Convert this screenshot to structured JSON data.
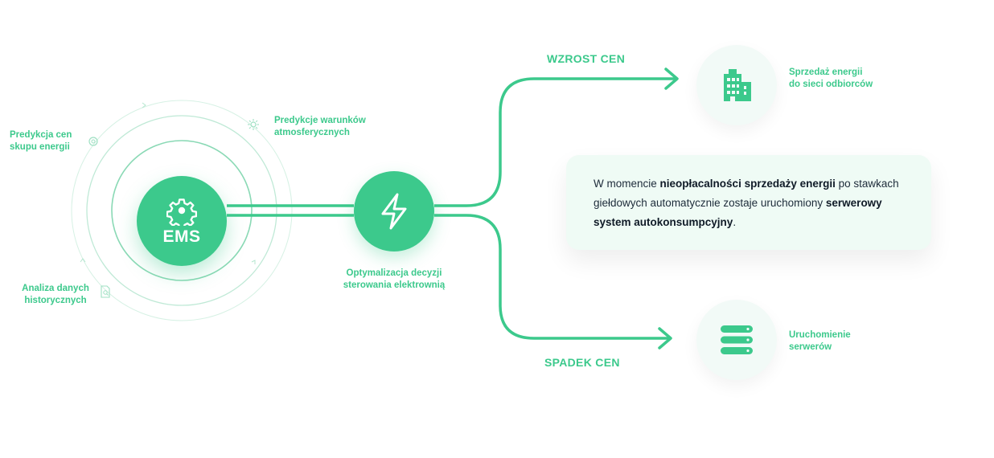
{
  "center": {
    "ems_label": "EMS"
  },
  "orbit_labels": {
    "price_prediction": [
      "Predykcja cen",
      "skupu energii"
    ],
    "weather_prediction": [
      "Predykcje warunków",
      "atmosferycznych"
    ],
    "history_analysis": [
      "Analiza danych",
      "historycznych"
    ]
  },
  "optimization": {
    "label": [
      "Optymalizacja decyzji",
      "sterowania elektrownią"
    ]
  },
  "branches": {
    "up": {
      "label": "WZROST CEN",
      "result": [
        "Sprzedaż energii",
        "do sieci odbiorców"
      ]
    },
    "down": {
      "label": "SPADEK CEN",
      "result": [
        "Uruchomienie",
        "serwerów"
      ]
    }
  },
  "info": {
    "part1": "W momencie ",
    "bold1": "nieopłacalności sprzedaży energii",
    "part2": " po stawkach giełdowych automatycznie zostaje uruchomiony ",
    "bold2": "serwerowy system autokonsumpcyjny",
    "part3": "."
  },
  "icons": {
    "ems": "gear-icon",
    "optimization": "lightning-bolt-icon",
    "up_result": "building-icon",
    "down_result": "server-icon",
    "price_prediction": "coin-icon",
    "weather_prediction": "sun-icon",
    "history_analysis": "document-search-icon"
  },
  "colors": {
    "accent": "#3cc98c",
    "text": "#1d2b3a",
    "box_bg": "#effbf5"
  }
}
